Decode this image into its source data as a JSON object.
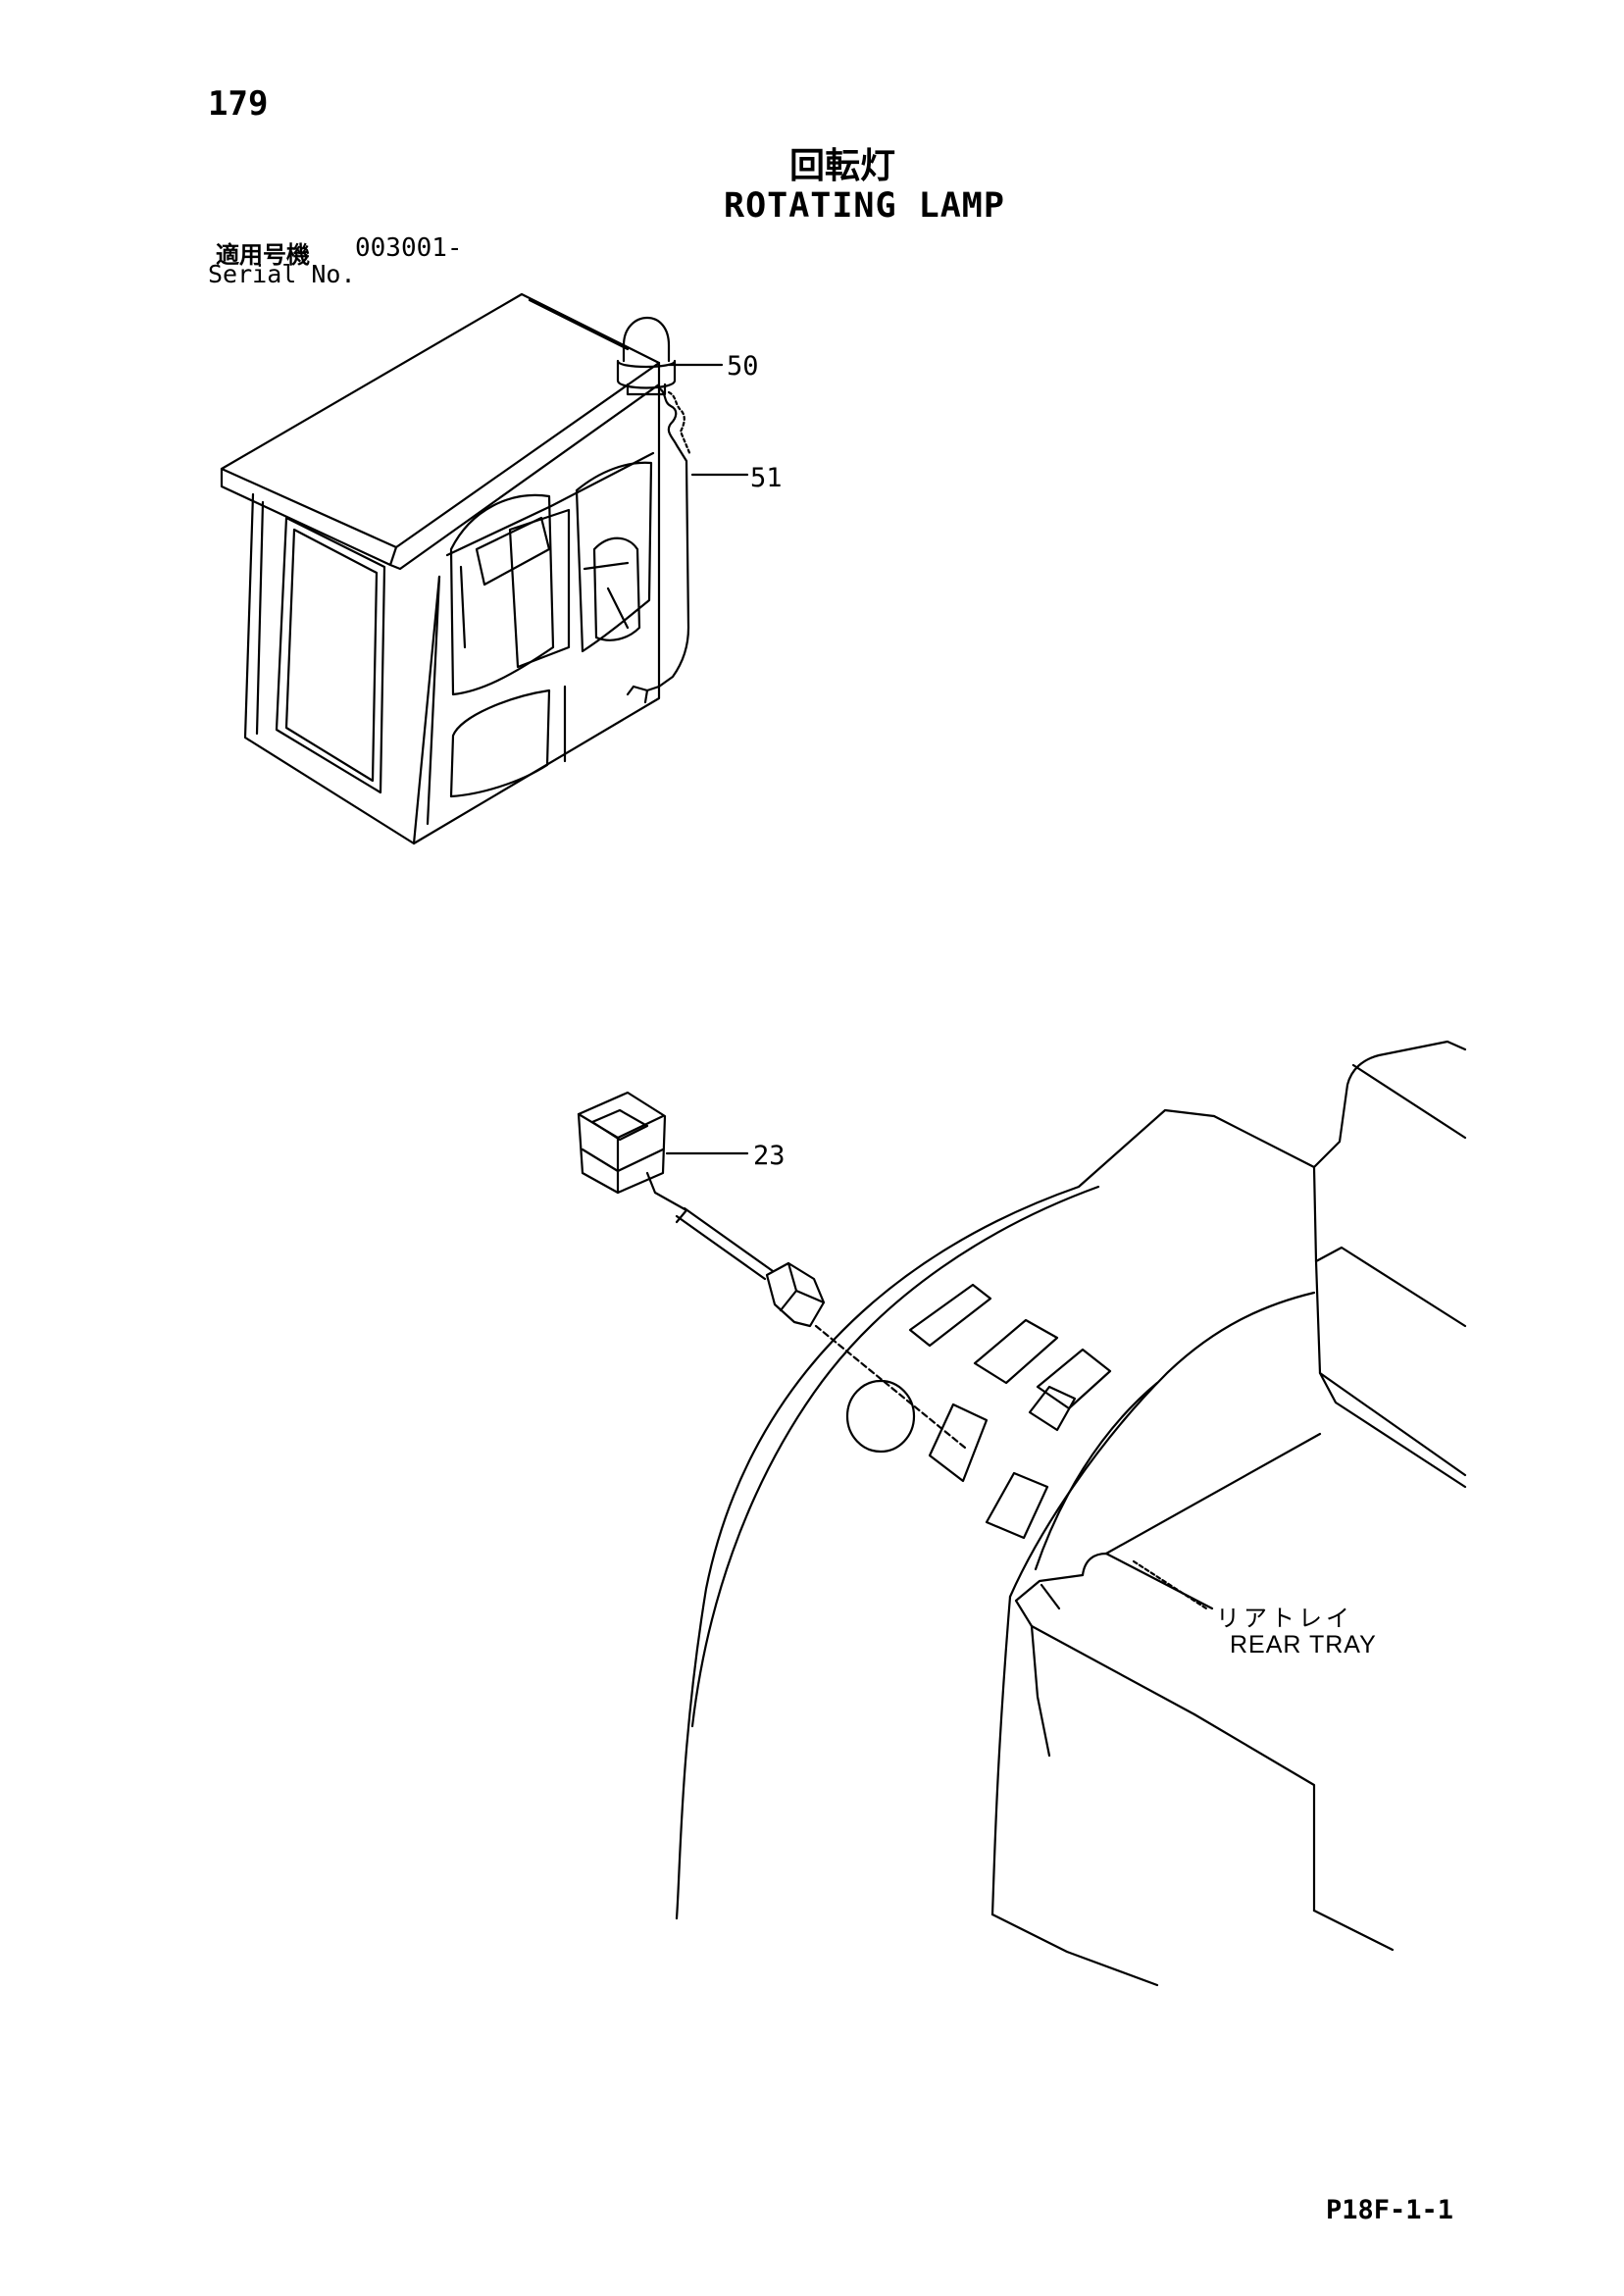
{
  "page": {
    "number": "179",
    "drawing_code": "P18F-1-1"
  },
  "title": {
    "japanese": "回転灯",
    "english": "ROTATING LAMP"
  },
  "serial": {
    "label_japanese": "適用号機",
    "value": "003001-",
    "label_english": "Serial No."
  },
  "callouts": {
    "rotating_lamp": "50",
    "harness": "51",
    "switch": "23"
  },
  "rear_tray": {
    "japanese": "リアトレイ",
    "english": "REAR TRAY"
  }
}
